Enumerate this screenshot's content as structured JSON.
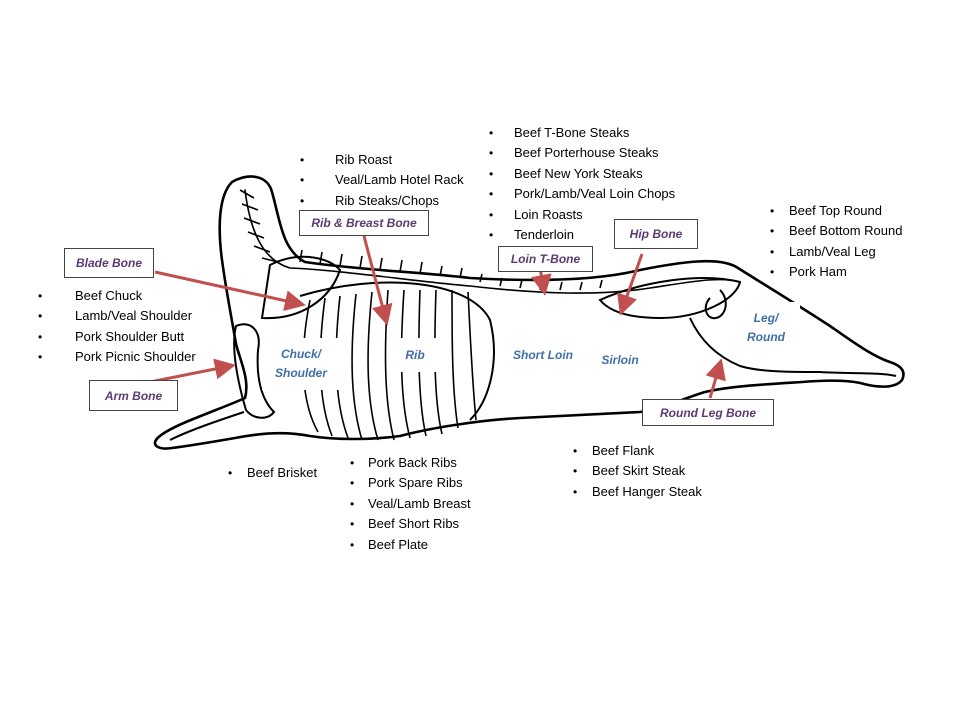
{
  "lists": {
    "rib_top": [
      "Rib Roast",
      "Veal/Lamb Hotel Rack",
      "Rib Steaks/Chops"
    ],
    "loin": [
      "Beef T-Bone Steaks",
      "Beef Porterhouse Steaks",
      "Beef New York Steaks",
      "Pork/Lamb/Veal Loin Chops",
      "Loin Roasts",
      "Tenderloin"
    ],
    "round": [
      "Beef  Top Round",
      "Beef Bottom Round",
      "Lamb/Veal Leg",
      "Pork Ham"
    ],
    "shoulder": [
      "Beef Chuck",
      "Lamb/Veal Shoulder",
      "Pork Shoulder Butt",
      "Pork Picnic Shoulder"
    ],
    "brisket": [
      "Beef Brisket"
    ],
    "plate": [
      "Pork Back Ribs",
      "Pork Spare Ribs",
      "Veal/Lamb Breast",
      "Beef Short Ribs",
      "Beef Plate"
    ],
    "flank": [
      "Beef Flank",
      "Beef Skirt Steak",
      "Beef Hanger Steak"
    ]
  },
  "bones": {
    "blade": "Blade Bone",
    "rib_breast": "Rib & Breast Bone",
    "loin_tbone": "Loin T-Bone",
    "hip": "Hip Bone",
    "arm": "Arm Bone",
    "round_leg": "Round Leg Bone"
  },
  "regions": {
    "chuck": "Chuck/\nShoulder",
    "rib": "Rib",
    "short_loin": "Short Loin",
    "sirloin": "Sirloin",
    "leg": "Leg/\nRound"
  },
  "colors": {
    "arrow": "#c0504d",
    "bone_label": "#5b3b73",
    "region_label": "#3f6fa8"
  }
}
